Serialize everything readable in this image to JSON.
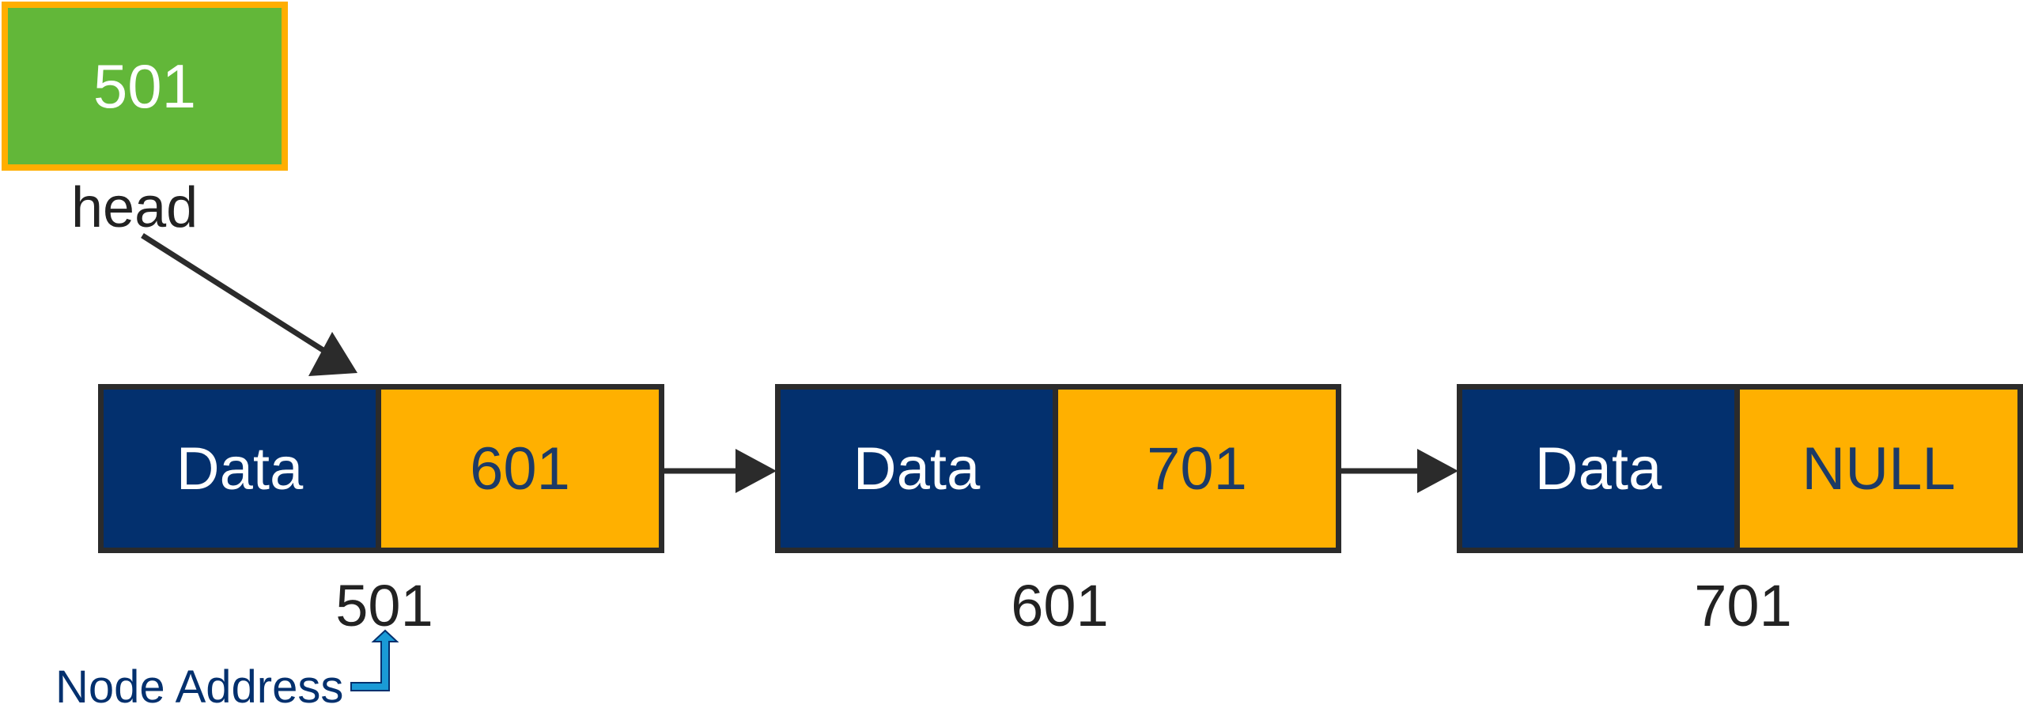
{
  "head": {
    "value": "501",
    "label": "head"
  },
  "nodes": [
    {
      "data_label": "Data",
      "next": "601",
      "address": "501"
    },
    {
      "data_label": "Data",
      "next": "701",
      "address": "601"
    },
    {
      "data_label": "Data",
      "next": "NULL",
      "address": "701"
    }
  ],
  "annotation": {
    "node_address_label": "Node Address"
  },
  "colors": {
    "head_fill": "#62b739",
    "head_border": "#ffae00",
    "data_fill": "#03306e",
    "pointer_fill": "#ffb000",
    "border": "#2b2b2b",
    "annotation_arrow": "#1a9ad6"
  }
}
